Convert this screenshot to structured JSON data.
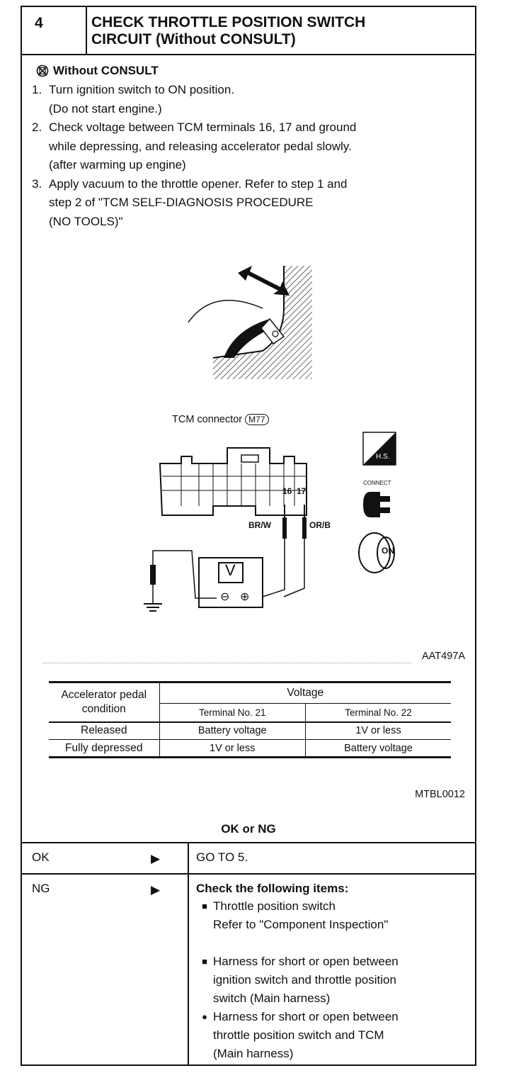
{
  "header": {
    "step_number": "4",
    "title": "CHECK THROTTLE POSITION SWITCH\nCIRCUIT (Without CONSULT)"
  },
  "subheading": "Without CONSULT",
  "steps": [
    {
      "n": "1.",
      "text": "Turn ignition switch to ON position.\n(Do not start engine.)"
    },
    {
      "n": "2.",
      "text": "Check voltage between TCM terminals 16, 17 and ground\nwhile depressing, and releasing accelerator pedal slowly.\n(after warming up engine)"
    },
    {
      "n": "3.",
      "text": "Apply vacuum to the throttle opener. Refer to step 1 and\nstep 2 of \"TCM SELF-DIAGNOSIS PROCEDURE\n                (NO TOOLS)\""
    }
  ],
  "figure": {
    "connector_label": "TCM connector",
    "connector_id": "M77",
    "terminal_a": "16",
    "terminal_b": "17",
    "wire_a": "BR/W",
    "wire_b": "OR/B",
    "meter_symbol": "V",
    "minus": "⊖",
    "plus": "⊕",
    "hs_label": "H.S.",
    "connect_label": "CONNECT",
    "key_label": "ON",
    "caption": "AAT497A"
  },
  "table": {
    "col1_header": "Accelerator pedal condition",
    "voltage_header": "Voltage",
    "terminal_a": "Terminal No. 21",
    "terminal_b": "Terminal No. 22",
    "rows": [
      {
        "cond": "Released",
        "a": "Battery voltage",
        "b": "1V or less"
      },
      {
        "cond": "Fully depressed",
        "a": "1V or less",
        "b": "Battery voltage"
      }
    ],
    "caption": "MTBL0012"
  },
  "okng_title": "OK or NG",
  "results": {
    "ok": {
      "key": "OK",
      "arrow": "▶",
      "text": "GO TO 5."
    },
    "ng": {
      "key": "NG",
      "arrow": "▶",
      "heading": "Check the following items:",
      "items": [
        {
          "bullet": "■",
          "text": "Throttle position switch\nRefer to \"Component Inspection\""
        },
        {
          "bullet": "■",
          "text": "Harness for short or open between\nignition switch and throttle position\nswitch (Main harness)"
        },
        {
          "bullet": "●",
          "text": "Harness for short or open between\nthrottle position switch and TCM\n(Main harness)"
        }
      ]
    }
  }
}
